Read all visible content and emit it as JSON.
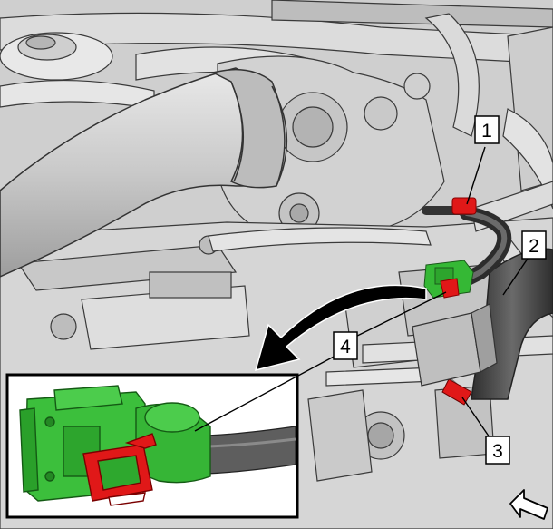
{
  "callouts": [
    {
      "id": "1",
      "label": "1"
    },
    {
      "id": "2",
      "label": "2"
    },
    {
      "id": "3",
      "label": "3"
    },
    {
      "id": "4",
      "label": "4"
    }
  ],
  "colors": {
    "engine_gray": "#d4d4d4",
    "line_dark": "#3a3a3a",
    "hose_dark": "#4a4a4a",
    "connector_green": "#33b833",
    "clip_red": "#e01818",
    "arrow_black": "#000000",
    "background": "#ffffff"
  },
  "icons": {
    "direction_indicator": "hollow-arrow-icon",
    "removal_motion": "curved-arrow-icon"
  }
}
